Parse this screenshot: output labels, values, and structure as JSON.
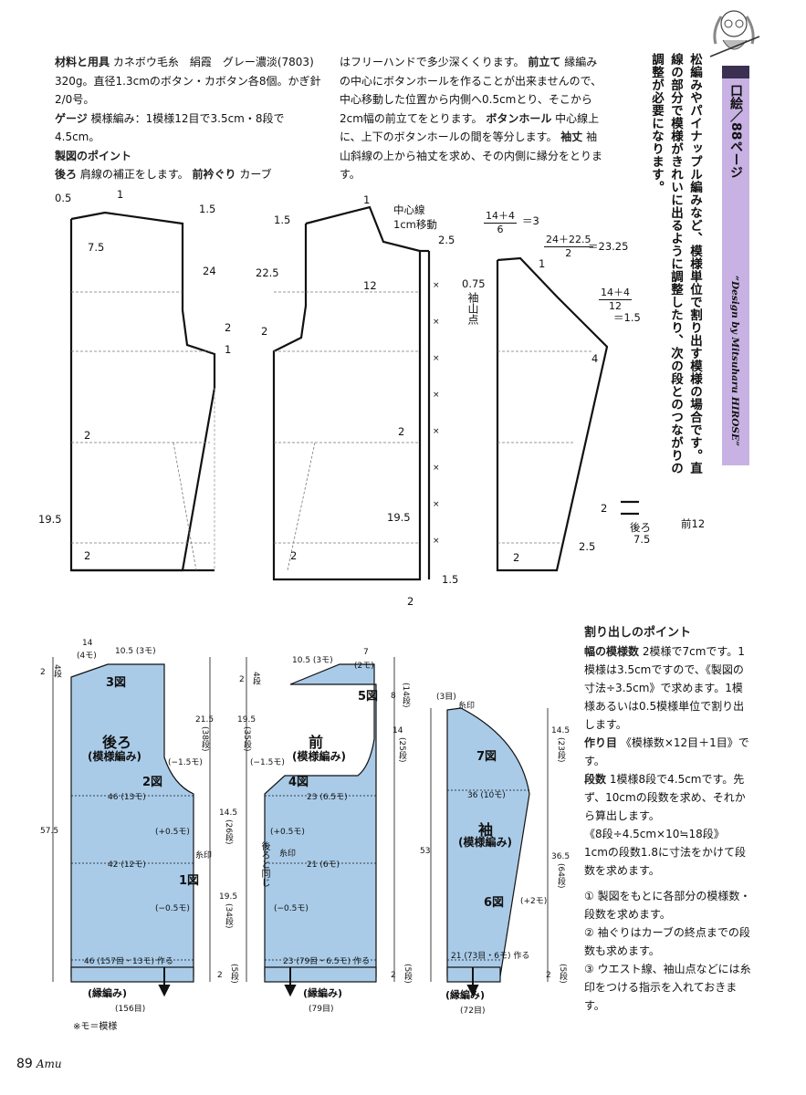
{
  "top_left": {
    "materials_head": "材料と用具",
    "materials_body": "カネボウ毛糸　絹霞　グレー濃淡(7803) 320g。直径1.3cmのボタン・カボタン各8個。かぎ針2/0号。",
    "gauge_head": "ゲージ",
    "gauge_body": "模様編み：1模様12目で3.5cm・8段で4.5cm。",
    "points_head": "製図のポイント",
    "back_head": "後ろ",
    "back_body": "肩線の補正をします。",
    "neck_head": "前衿ぐり",
    "neck_body": "カーブ"
  },
  "top_mid": {
    "line1": "はフリーハンドで多少深くくります。",
    "front_head": "前立て",
    "line2": "縁編みの中心にボタンホールを作ることが出来ませんので、中心移動した位置から内側へ0.5cmとり、そこから2cm幅の前立てをとります。",
    "bh_head": "ボタンホール",
    "bh_body": "中心線上に、上下のボタンホールの間を等分します。",
    "sleeve_head": "袖丈",
    "sleeve_body": "袖山斜線の上から袖丈を求め、その内側に縁分をとります。"
  },
  "vertical_text": {
    "col1": "松編みやパイナップル編みなど、模様単位で割り出す模様の場合です。",
    "col2": "直線の部分で模様がきれいに出るように調整したり、次の段とのつな",
    "col3": "がりの調整が必要になります。"
  },
  "tab": {
    "title": "口絵／88ページ",
    "credit": "“Design by Mitsuharu HIROSE”"
  },
  "draft": {
    "back": {
      "d05": "0.5",
      "d1": "1",
      "d15": "1.5",
      "d75": "7.5",
      "d24": "24",
      "d2a": "2",
      "d1b": "1",
      "d2b": "2",
      "d195": "19.5",
      "d2c": "2"
    },
    "front": {
      "center_line": "中心線",
      "center_move": "1cm移動",
      "d1": "1",
      "d15": "1.5",
      "d25": "2.5",
      "d225": "22.5",
      "d12": "12",
      "d2a": "2",
      "d2b": "2",
      "d195": "19.5",
      "d2c": "2",
      "d15b": "1.5",
      "d2d": "2"
    },
    "sleeve": {
      "f1_num": "14＋4",
      "f1_den": "6",
      "f1_res": "＝3",
      "f2_num": "24＋22.5",
      "f2_den": "2",
      "f2_res": "＝23.25",
      "f3_num": "14＋4",
      "f3_den": "12",
      "f3_res": "＝1.5",
      "d075": "0.75",
      "cap_point": "袖山点",
      "d1": "1",
      "d4": "4",
      "d2": "2",
      "d25": "2.5"
    },
    "band": {
      "d2": "2",
      "back": "後ろ",
      "d75": "7.5",
      "front": "前12"
    }
  },
  "pieces": {
    "back": {
      "top_a": "14",
      "top_a_sub": "(4モ)",
      "top_b": "10.5 (3モ)",
      "side_top": "2",
      "side_top_sub": "4段",
      "p3": "3図",
      "name": "後ろ",
      "name_sub": "(模様編み)",
      "p2": "2図",
      "m15": "(−1.5モ)",
      "r1": "46 (13モ)",
      "r2": "42 (12モ)",
      "p1": "1図",
      "plus05": "(+0.5モ)",
      "minus05": "(−0.5モ)",
      "mark": "糸印",
      "r3": "46 (157目・13モ) 作る",
      "edge": "(縁編み)",
      "bottom": "(156目)",
      "h575": "57.5",
      "h215": "21.5",
      "h215_sub": "(38段)",
      "h145": "14.5",
      "h145_sub": "(26段)",
      "h195": "19.5",
      "h195_sub": "(34段)",
      "side_bot": "2",
      "side_bot_sub": "(5段)"
    },
    "front": {
      "top_a": "10.5 (3モ)",
      "top_b": "7",
      "top_b_sub": "(2モ)",
      "side_top": "2",
      "side_top_sub": "4段",
      "p5": "5図",
      "name": "前",
      "name_sub": "(模様編み)",
      "m15": "(−1.5モ)",
      "p4": "4図",
      "r1": "23 (6.5モ)",
      "plus05": "(+0.5モ)",
      "same": "後ろと同じ",
      "mark": "糸印",
      "r2": "21 (6モ)",
      "minus05": "(−0.5モ)",
      "r3": "23 (79目・6.5モ) 作る",
      "edge": "(縁編み)",
      "bottom": "(79目)",
      "h195": "19.5",
      "h195_sub": "(35段)",
      "h8": "8",
      "h8_sub": "(14段)",
      "h14": "14",
      "h14_sub": "(25段)",
      "side_bot": "2",
      "side_bot_sub": "(5段)"
    },
    "sleeve": {
      "top": "(3目)",
      "mark": "糸印",
      "p7": "7図",
      "r1": "36 (10モ)",
      "name": "袖",
      "name_sub": "(模様編み)",
      "p6": "6図",
      "plus2": "(+2モ)",
      "r2": "21 (73目・6モ) 作る",
      "edge": "(縁編み)",
      "bottom": "(72目)",
      "h53": "53",
      "h145": "14.5",
      "h145_sub": "(23段)",
      "h365": "36.5",
      "h365_sub": "(64段)",
      "side_bot": "2",
      "side_bot_sub": "(5段)"
    }
  },
  "note": "※モ＝模様",
  "right": {
    "head": "割り出しのポイント",
    "w_head": "幅の模様数",
    "w_body": "2模様で7cmです。1模様は3.5cmですので、《製図の寸法÷3.5cm》で求めます。1模様あるいは0.5模様単位で割り出します。",
    "s_head": "作り目",
    "s_body": "《模様数×12目＋1目》です。",
    "r_head": "段数",
    "r_body": "1模様8段で4.5cmです。先ず、10cmの段数を求め、それから算出します。",
    "formula": "《8段÷4.5cm×10≒18段》",
    "r_body2": "1cmの段数1.8に寸法をかけて段数を求めます。",
    "n1": "① 製図をもとに各部分の模様数・段数を求めます。",
    "n2": "② 袖ぐりはカーブの終点までの段数も求めます。",
    "n3": "③ ウエスト線、袖山点などには糸印をつける指示を入れておきます。"
  },
  "footer": {
    "page": "89",
    "mag": "Amu"
  },
  "colors": {
    "piece_fill": "#a9cbe8",
    "tab": "#c7b2e3",
    "ink": "#111111"
  }
}
